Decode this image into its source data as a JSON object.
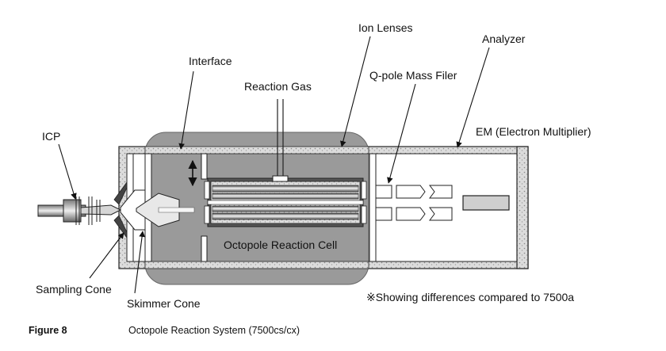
{
  "labels": {
    "ion_lenses": "Ion Lenses",
    "analyzer": "Analyzer",
    "interface": "Interface",
    "reaction_gas": "Reaction Gas",
    "qpole_mass_filer": "Q-pole Mass Filer",
    "icp": "ICP",
    "em": "EM (Electron Multiplier)",
    "octopole_reaction_cell": "Octopole Reaction Cell",
    "sampling_cone": "Sampling Cone",
    "skimmer_cone": "Skimmer Cone",
    "note": "※Showing differences compared to 7500a"
  },
  "caption": {
    "figure_label": "Figure 8",
    "title": "Octopole Reaction System (7500cs/cx)"
  },
  "colors": {
    "housing_gray": "#9a9a9a",
    "wall_fill": "#d8d8d8",
    "outline": "#222222",
    "em_fill": "#cfcfcf",
    "rod_light": "#f2f2f2",
    "rod_dark": "#555555"
  }
}
